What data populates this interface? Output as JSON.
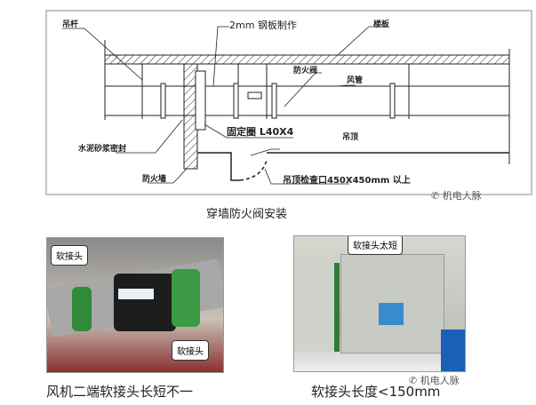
{
  "diagram": {
    "title": "穿墙防火阀安装",
    "labels": {
      "hanger_rod": "吊杆",
      "steel_plate": "2mm 钢板制作",
      "floor_slab": "楼板",
      "fire_damper": "防火阀",
      "air_duct": "风管",
      "fixed_ring": "固定圈 L40X4",
      "ceiling": "吊顶",
      "cement_seal": "水泥砂浆密封",
      "fire_wall": "防火墙",
      "access_port": "吊顶检查口450X450mm 以上"
    }
  },
  "photos": [
    {
      "caption": "风机二端软接头长短不一",
      "callouts": [
        "软接头",
        "软接头"
      ]
    },
    {
      "caption": "软接头长度<150mm",
      "callouts": [
        "软接头太短"
      ]
    }
  ],
  "watermark": "机电人脉"
}
